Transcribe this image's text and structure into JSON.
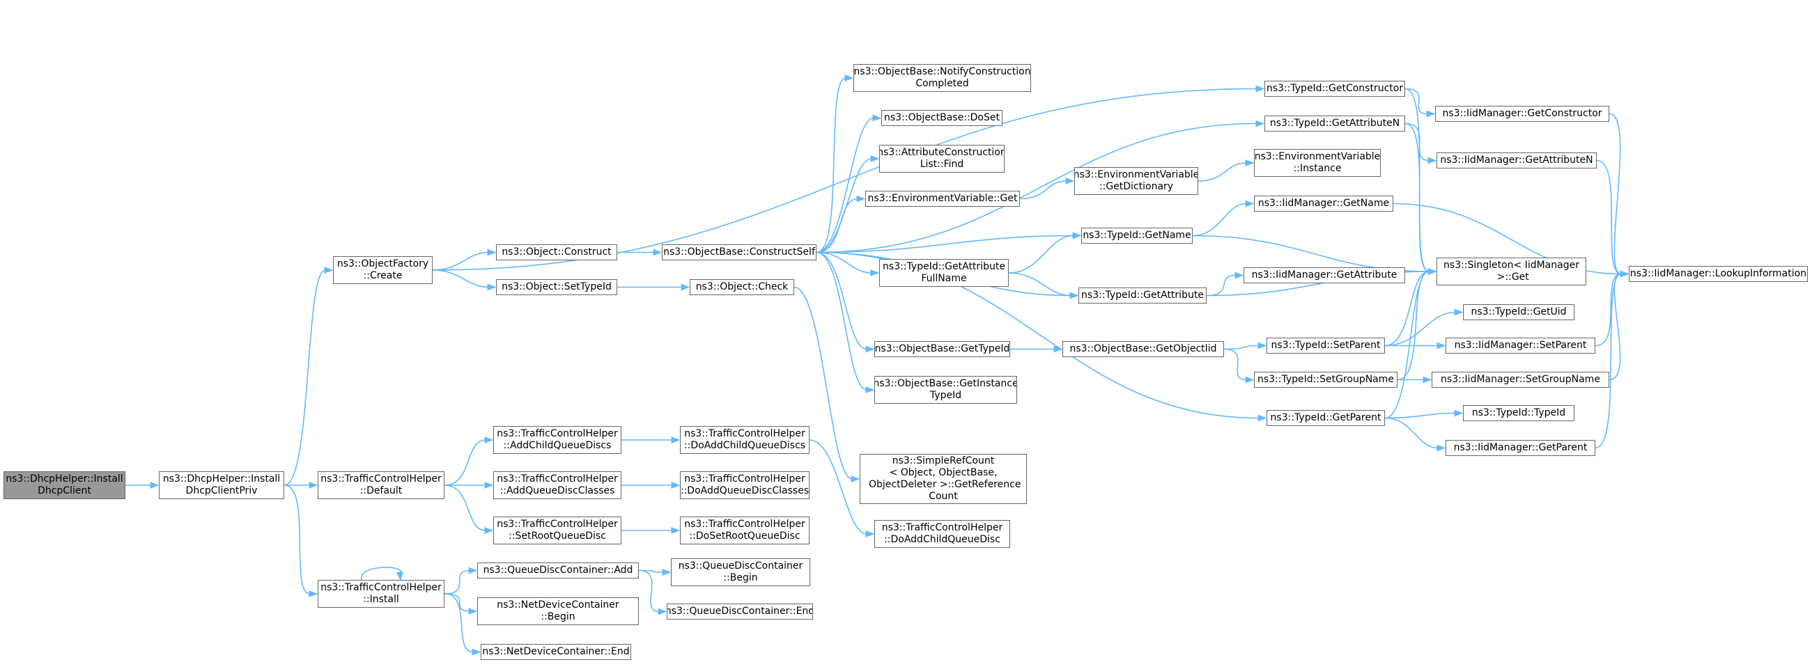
{
  "nodes": [
    {
      "id": "n0",
      "label": "ns3::DhcpHelper::Install\nDhcpClient",
      "root": true
    },
    {
      "id": "n1",
      "label": "ns3::DhcpHelper::Install\nDhcpClientPriv"
    },
    {
      "id": "n2",
      "label": "ns3::ObjectFactory\n::Create"
    },
    {
      "id": "n3",
      "label": "ns3::TrafficControlHelper\n::Default"
    },
    {
      "id": "n4",
      "label": "ns3::TrafficControlHelper\n::Install"
    },
    {
      "id": "n5",
      "label": "ns3::Object::Construct"
    },
    {
      "id": "n6",
      "label": "ns3::Object::SetTypeId"
    },
    {
      "id": "n7",
      "label": "ns3::ObjectBase::ConstructSelf"
    },
    {
      "id": "n8",
      "label": "ns3::Object::Check"
    },
    {
      "id": "n9",
      "label": "ns3::TrafficControlHelper\n::AddChildQueueDiscs"
    },
    {
      "id": "n10",
      "label": "ns3::TrafficControlHelper\n::AddQueueDiscClasses"
    },
    {
      "id": "n11",
      "label": "ns3::TrafficControlHelper\n::SetRootQueueDisc"
    },
    {
      "id": "n12",
      "label": "ns3::TrafficControlHelper\n::DoAddChildQueueDiscs"
    },
    {
      "id": "n13",
      "label": "ns3::TrafficControlHelper\n::DoAddQueueDiscClasses"
    },
    {
      "id": "n14",
      "label": "ns3::TrafficControlHelper\n::DoSetRootQueueDisc"
    },
    {
      "id": "n15",
      "label": "ns3::QueueDiscContainer::Add"
    },
    {
      "id": "n16",
      "label": "ns3::NetDeviceContainer\n::Begin"
    },
    {
      "id": "n17",
      "label": "ns3::NetDeviceContainer::End"
    },
    {
      "id": "n18",
      "label": "ns3::QueueDiscContainer\n::Begin"
    },
    {
      "id": "n19",
      "label": "ns3::QueueDiscContainer::End"
    },
    {
      "id": "n20",
      "label": "ns3::ObjectBase::NotifyConstruction\nCompleted"
    },
    {
      "id": "n21",
      "label": "ns3::ObjectBase::DoSet"
    },
    {
      "id": "n22",
      "label": "ns3::AttributeConstruction\nList::Find"
    },
    {
      "id": "n23",
      "label": "ns3::EnvironmentVariable::Get"
    },
    {
      "id": "n24",
      "label": "ns3::TypeId::GetAttribute\nFullName"
    },
    {
      "id": "n25",
      "label": "ns3::ObjectBase::GetTypeId"
    },
    {
      "id": "n26",
      "label": "ns3::ObjectBase::GetInstance\nTypeId"
    },
    {
      "id": "n27",
      "label": "ns3::SimpleRefCount\n< Object, ObjectBase,\n ObjectDeleter >::GetReference\nCount"
    },
    {
      "id": "n28",
      "label": "ns3::TrafficControlHelper\n::DoAddChildQueueDisc"
    },
    {
      "id": "n29",
      "label": "ns3::EnvironmentVariable\n::GetDictionary"
    },
    {
      "id": "n30",
      "label": "ns3::TypeId::GetName"
    },
    {
      "id": "n31",
      "label": "ns3::TypeId::GetAttribute"
    },
    {
      "id": "n32",
      "label": "ns3::ObjectBase::GetObjectIid"
    },
    {
      "id": "n33",
      "label": "ns3::TypeId::GetConstructor"
    },
    {
      "id": "n34",
      "label": "ns3::TypeId::GetAttributeN"
    },
    {
      "id": "n35",
      "label": "ns3::EnvironmentVariable\n::Instance"
    },
    {
      "id": "n36",
      "label": "ns3::IidManager::GetName"
    },
    {
      "id": "n37",
      "label": "ns3::IidManager::GetAttribute"
    },
    {
      "id": "n38",
      "label": "ns3::TypeId::SetParent"
    },
    {
      "id": "n39",
      "label": "ns3::TypeId::SetGroupName"
    },
    {
      "id": "n40",
      "label": "ns3::TypeId::GetParent"
    },
    {
      "id": "n41",
      "label": "ns3::Singleton< IidManager\n >::Get"
    },
    {
      "id": "n42",
      "label": "ns3::IidManager::GetConstructor"
    },
    {
      "id": "n43",
      "label": "ns3::IidManager::GetAttributeN"
    },
    {
      "id": "n44",
      "label": "ns3::TypeId::GetUid"
    },
    {
      "id": "n45",
      "label": "ns3::IidManager::SetParent"
    },
    {
      "id": "n46",
      "label": "ns3::IidManager::SetGroupName"
    },
    {
      "id": "n47",
      "label": "ns3::TypeId::TypeId"
    },
    {
      "id": "n48",
      "label": "ns3::IidManager::GetParent"
    },
    {
      "id": "n49",
      "label": "ns3::IidManager::LookupInformation"
    }
  ],
  "edges": [
    [
      "n0",
      "n1"
    ],
    [
      "n1",
      "n2"
    ],
    [
      "n1",
      "n3"
    ],
    [
      "n1",
      "n4"
    ],
    [
      "n2",
      "n5"
    ],
    [
      "n2",
      "n6"
    ],
    [
      "n2",
      "n33"
    ],
    [
      "n5",
      "n7"
    ],
    [
      "n6",
      "n8"
    ],
    [
      "n3",
      "n9"
    ],
    [
      "n3",
      "n10"
    ],
    [
      "n3",
      "n11"
    ],
    [
      "n9",
      "n12"
    ],
    [
      "n10",
      "n13"
    ],
    [
      "n11",
      "n14"
    ],
    [
      "n12",
      "n28"
    ],
    [
      "n4",
      "n4"
    ],
    [
      "n4",
      "n15"
    ],
    [
      "n4",
      "n16"
    ],
    [
      "n4",
      "n17"
    ],
    [
      "n15",
      "n18"
    ],
    [
      "n15",
      "n19"
    ],
    [
      "n8",
      "n27"
    ],
    [
      "n7",
      "n20"
    ],
    [
      "n7",
      "n21"
    ],
    [
      "n7",
      "n22"
    ],
    [
      "n7",
      "n23"
    ],
    [
      "n7",
      "n24"
    ],
    [
      "n7",
      "n25"
    ],
    [
      "n7",
      "n26"
    ],
    [
      "n7",
      "n30"
    ],
    [
      "n7",
      "n31"
    ],
    [
      "n7",
      "n34"
    ],
    [
      "n7",
      "n40"
    ],
    [
      "n23",
      "n29"
    ],
    [
      "n29",
      "n35"
    ],
    [
      "n24",
      "n30"
    ],
    [
      "n24",
      "n31"
    ],
    [
      "n25",
      "n32"
    ],
    [
      "n32",
      "n38"
    ],
    [
      "n32",
      "n39"
    ],
    [
      "n30",
      "n36"
    ],
    [
      "n30",
      "n41"
    ],
    [
      "n31",
      "n37"
    ],
    [
      "n31",
      "n41"
    ],
    [
      "n33",
      "n42"
    ],
    [
      "n33",
      "n41"
    ],
    [
      "n34",
      "n43"
    ],
    [
      "n34",
      "n41"
    ],
    [
      "n38",
      "n44"
    ],
    [
      "n38",
      "n45"
    ],
    [
      "n38",
      "n41"
    ],
    [
      "n39",
      "n46"
    ],
    [
      "n39",
      "n41"
    ],
    [
      "n40",
      "n47"
    ],
    [
      "n40",
      "n48"
    ],
    [
      "n40",
      "n41"
    ],
    [
      "n36",
      "n49"
    ],
    [
      "n42",
      "n49"
    ],
    [
      "n43",
      "n49"
    ],
    [
      "n45",
      "n49"
    ],
    [
      "n46",
      "n49"
    ],
    [
      "n48",
      "n49"
    ]
  ]
}
